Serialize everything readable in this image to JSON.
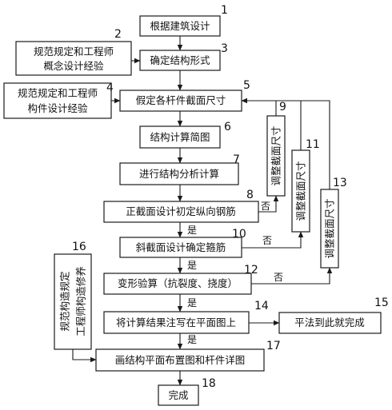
{
  "diagram": {
    "nodes": {
      "n1": {
        "label": "根据建筑设计",
        "num": "1"
      },
      "n2": {
        "label": [
          "规范规定和工程师",
          "概念设计经验"
        ],
        "num": "2"
      },
      "n3": {
        "label": "确定结构形式",
        "num": "3"
      },
      "n4": {
        "label": [
          "规范规定和工程师",
          "构件设计经验"
        ],
        "num": "4"
      },
      "n5": {
        "label": "假定各杆件截面尺寸",
        "num": "5"
      },
      "n6": {
        "label": "结构计算简图",
        "num": "6"
      },
      "n7": {
        "label": "进行结构分析计算",
        "num": "7"
      },
      "n8": {
        "label": "正截面设计初定纵向钢筋",
        "num": "8"
      },
      "n9": {
        "label": "调整截面尺寸",
        "num": "9"
      },
      "n10": {
        "label": "斜截面设计确定箍筋",
        "num": "10"
      },
      "n11": {
        "label": "调整截面尺寸",
        "num": "11"
      },
      "n12": {
        "label": "变形验算（抗裂度、挠度）",
        "num": "12"
      },
      "n13": {
        "label": "调整截面尺寸",
        "num": "13"
      },
      "n14": {
        "label": "将计算结果注写在平面图上",
        "num": "14"
      },
      "n15": {
        "label": "平法到此就完成",
        "num": "15"
      },
      "n16": {
        "label": [
          "规范构造规定",
          "工程师构造修养"
        ],
        "num": "16"
      },
      "n17": {
        "label": "画结构平面布置图和杆件详图",
        "num": "17"
      },
      "n18": {
        "label": "完成",
        "num": "18"
      }
    },
    "edge_labels": {
      "yes_8_10": "是",
      "no_8_9": "否",
      "yes_10_12": "是",
      "no_10_11": "否",
      "yes_12_14": "是",
      "no_12_13": "否",
      "yes_14_17": "是"
    }
  }
}
